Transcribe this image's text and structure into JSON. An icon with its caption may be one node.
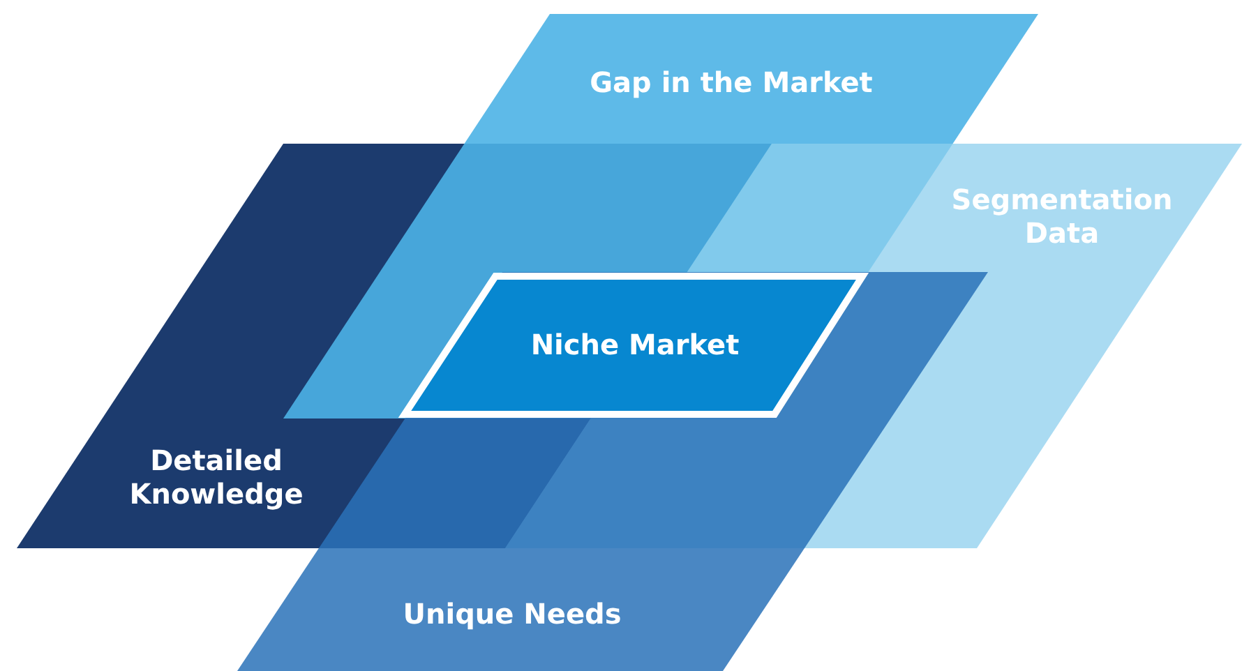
{
  "diagram": {
    "nodes": [
      {
        "text": [
          "Gap in the Market"
        ]
      },
      {
        "text": [
          "Segmentation Data"
        ]
      },
      {
        "text": [
          "Detailed Knowledge"
        ]
      },
      {
        "text": [
          "Unique Needs"
        ]
      },
      {
        "text": [
          "Niche Market"
        ]
      }
    ]
  }
}
